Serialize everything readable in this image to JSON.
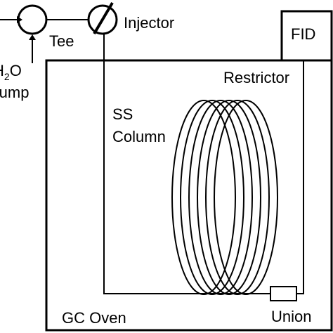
{
  "labels": {
    "pump_line1_main": "H",
    "pump_line1_sub": "2",
    "pump_line1_tail": "O",
    "pump_line2": "Pump",
    "tee": "Tee",
    "injector": "Injector",
    "fid": "FID",
    "restrictor": "Restrictor",
    "ss_column_line1": "SS",
    "ss_column_line2": "Column",
    "gc_oven": "GC Oven",
    "union": "Union"
  },
  "colors": {
    "line": "#000000",
    "background": "#ffffff"
  }
}
